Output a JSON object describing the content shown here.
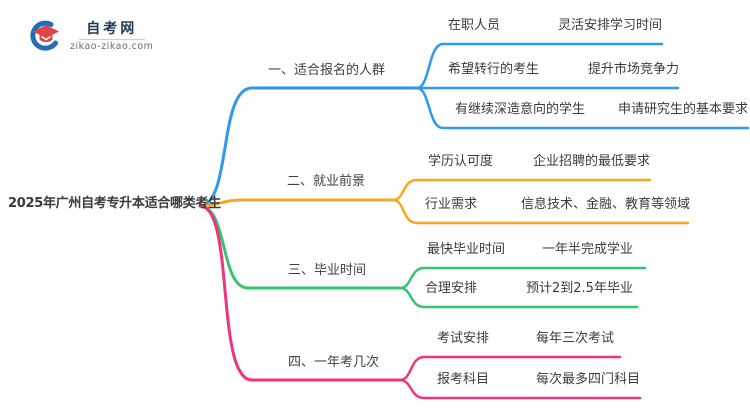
{
  "logo": {
    "title": "自考网",
    "domain": "zikao-zikao.com"
  },
  "root": {
    "label": "2025年广州自考专升本适合哪类考生"
  },
  "colors": {
    "branch1": "#2E97F2",
    "branch2": "#F5A623",
    "branch3": "#34C56F",
    "branch4": "#F0347C",
    "text": "#3b3b3b",
    "logo_blue": "#1F6FB8",
    "logo_red": "#E04444"
  },
  "branches": [
    {
      "label": "一、适合报名的人群",
      "color": "#2E97F2",
      "children": [
        {
          "key": "在职人员",
          "value": "灵活安排学习时间"
        },
        {
          "key": "希望转行的考生",
          "value": "提升市场竞争力"
        },
        {
          "key": "有继续深造意向的学生",
          "value": "申请研究生的基本要求"
        }
      ]
    },
    {
      "label": "二、就业前景",
      "color": "#F5A623",
      "children": [
        {
          "key": "学历认可度",
          "value": "企业招聘的最低要求"
        },
        {
          "key": "行业需求",
          "value": "信息技术、金融、教育等领域"
        }
      ]
    },
    {
      "label": "三、毕业时间",
      "color": "#34C56F",
      "children": [
        {
          "key": "最快毕业时间",
          "value": "一年半完成学业"
        },
        {
          "key": "合理安排",
          "value": "预计2到2.5年毕业"
        }
      ]
    },
    {
      "label": "四、一年考几次",
      "color": "#F0347C",
      "children": [
        {
          "key": "考试安排",
          "value": "每年三次考试"
        },
        {
          "key": "报考科目",
          "value": "每次最多四门科目"
        }
      ]
    }
  ]
}
